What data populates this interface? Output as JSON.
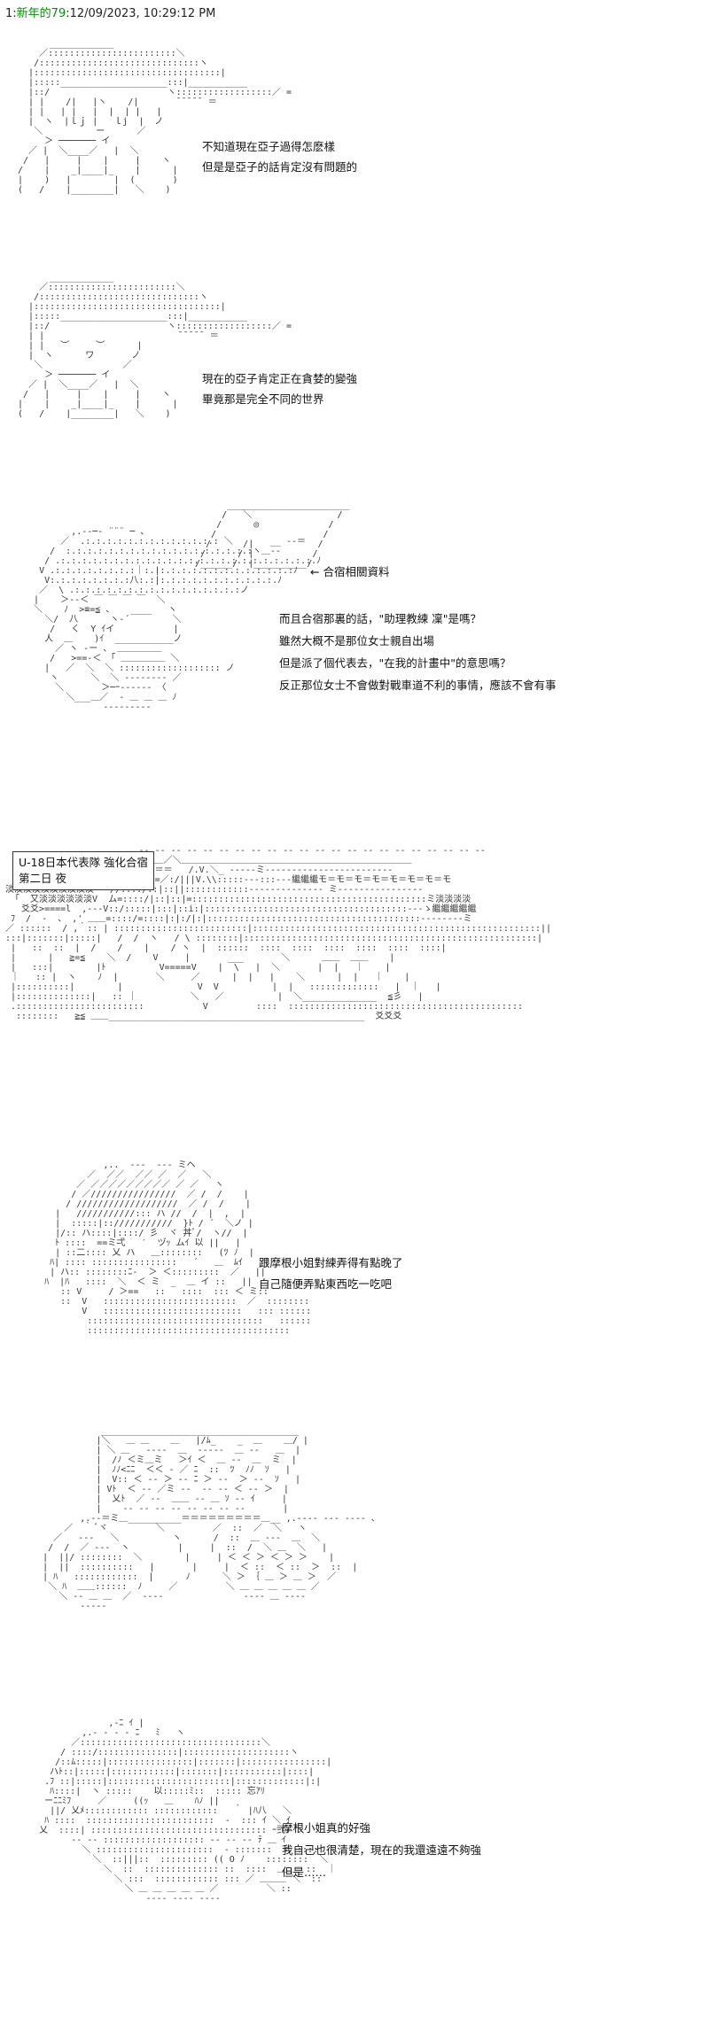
{
  "header": {
    "post_number": "1",
    "author": "新年的79",
    "timestamp": ":12/09/2023, 10:29:12 PM"
  },
  "panel1": {
    "lines": [
      "不知道現在亞子過得怎麽樣",
      "但是是亞子的話肯定沒有問題的"
    ]
  },
  "panel2": {
    "lines": [
      "現在的亞子肯定正在貪婪的變強",
      "畢竟那是完全不同的世界"
    ]
  },
  "panel3": {
    "arrow_label": "← 合宿相關資料",
    "lines": [
      "而且合宿那裏的話，\"助理教練 凜\"是嗎？",
      "雖然大概不是那位女士親自出場",
      "但是派了個代表去，\"在我的計畫中\"的意思嗎？",
      "反正那位女士不會做對戰車道不利的事情，應該不會有事"
    ]
  },
  "panel4": {
    "caption_line1": "U-18日本代表隊 強化合宿",
    "caption_line2": "第二日 夜"
  },
  "panel5": {
    "lines": [
      "跟摩根小姐對練弄得有點晚了",
      "自己隨便弄點東西吃一吃吧"
    ]
  },
  "panel7": {
    "lines": [
      "摩根小姐真的好強",
      "我自己也很清楚，現在的我還遠遠不夠強",
      "但是……"
    ]
  }
}
